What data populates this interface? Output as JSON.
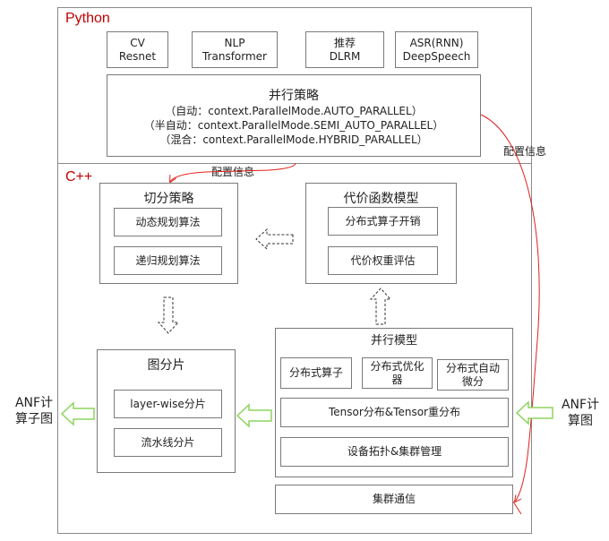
{
  "python_section": {
    "label": "Python",
    "models": [
      {
        "line1": "CV",
        "line2": "Resnet"
      },
      {
        "line1": "NLP",
        "line2": "Transformer"
      },
      {
        "line1": "推荐",
        "line2": "DLRM"
      },
      {
        "line1": "ASR(RNN)",
        "line2": "DeepSpeech"
      }
    ],
    "parallel_strategy": {
      "title": "并行策略",
      "lines": [
        "（自动：context.ParallelMode.AUTO_PARALLEL）",
        "（半自动：context.ParallelMode.SEMI_AUTO_PARALLEL）",
        "（混合：context.ParallelMode.HYBRID_PARALLEL）"
      ]
    }
  },
  "cpp_section": {
    "label": "C++",
    "split_strategy": {
      "title": "切分策略",
      "items": [
        "动态规划算法",
        "递归规划算法"
      ]
    },
    "cost_model": {
      "title": "代价函数模型",
      "items": [
        "分布式算子开销",
        "代价权重评估"
      ]
    },
    "graph_partition": {
      "title": "图分片",
      "items": [
        "layer-wise分片",
        "流水线分片"
      ]
    },
    "parallel_model": {
      "title": "并行模型",
      "top_items": [
        "分布式算子",
        "分布式优化器",
        "分布式自动微分"
      ],
      "tensor_row": "Tensor分布&Tensor重分布",
      "device_row": "设备拓扑&集群管理"
    },
    "cluster_comm": "集群通信"
  },
  "labels": {
    "config_info_inner": "配置信息",
    "config_info_outer": "配置信息",
    "anf_out": "ANF计\n算子图",
    "anf_in": "ANF计\n算图"
  },
  "colors": {
    "red": "#e0201a",
    "green": "#8dd35f",
    "border": "#7a7a7a"
  }
}
